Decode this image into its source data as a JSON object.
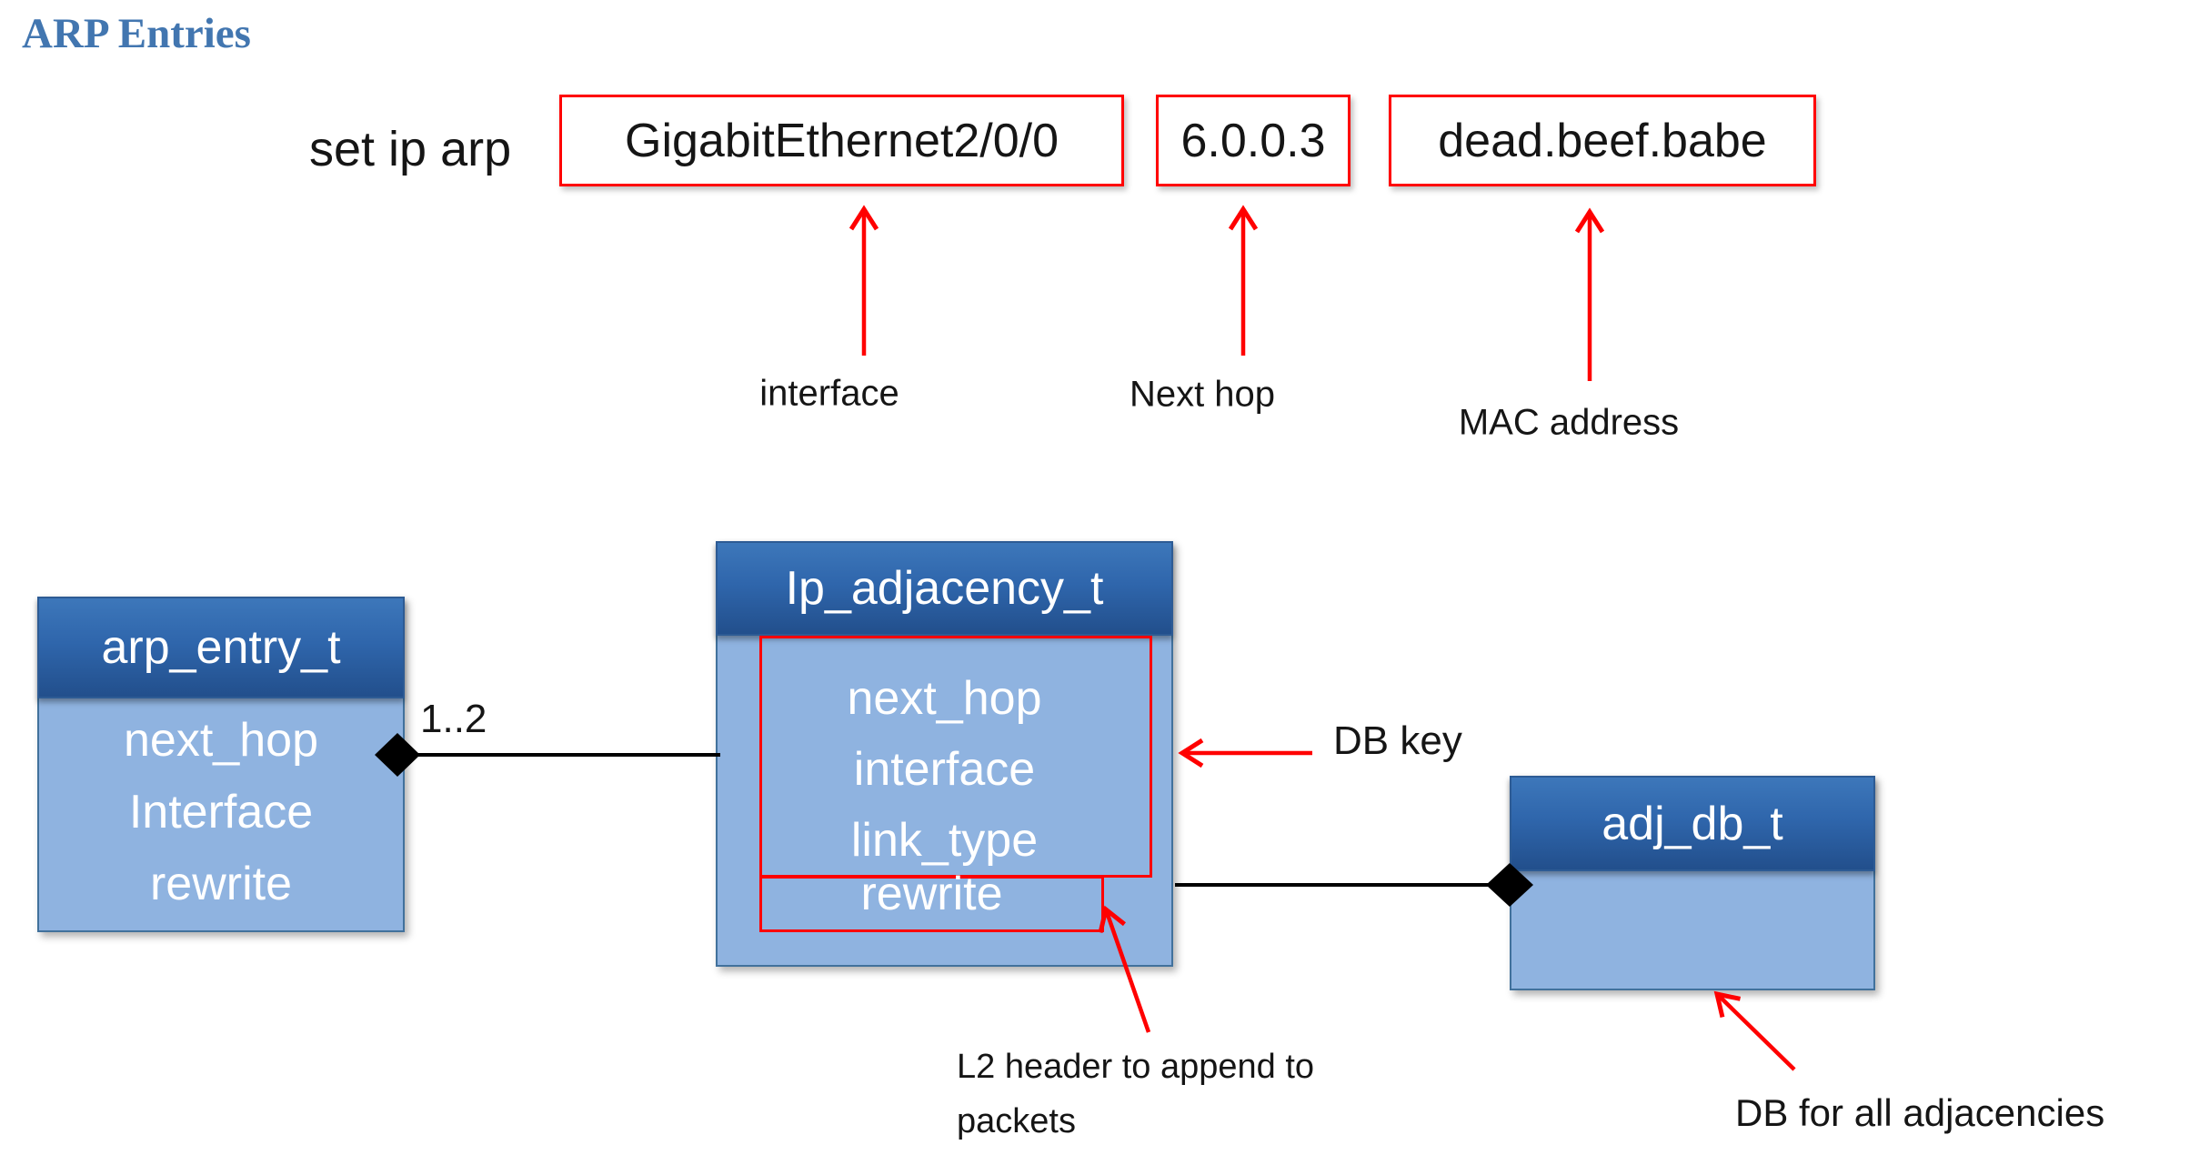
{
  "slide": {
    "title": "ARP Entries"
  },
  "command": {
    "prefix": "set ip arp",
    "args": [
      {
        "value": "GigabitEthernet2/0/0",
        "label": "interface"
      },
      {
        "value": "6.0.0.3",
        "label": "Next hop"
      },
      {
        "value": "dead.beef.babe",
        "label": "MAC address"
      }
    ]
  },
  "entities": {
    "arp_entry": {
      "name": "arp_entry_t",
      "fields": [
        "next_hop",
        "Interface",
        "rewrite"
      ]
    },
    "ip_adjacency": {
      "name": "Ip_adjacency_t",
      "key_fields": [
        "next_hop",
        "interface",
        "link_type"
      ],
      "rewrite_field": "rewrite"
    },
    "adj_db": {
      "name": "adj_db_t"
    }
  },
  "annotations": {
    "multiplicity": "1..2",
    "db_key": "DB key",
    "l2_header_lines": [
      "L2 header to append to",
      "packets"
    ],
    "db_all": "DB for all adjacencies"
  },
  "colors": {
    "title_blue": "#4276b0",
    "annotation_red": "#ff0000",
    "entity_header_top": "#3d77ba",
    "entity_header_bottom": "#224f8c",
    "entity_body": "#8fb3e0",
    "entity_border": "#41719c",
    "connector_black": "#000000"
  }
}
